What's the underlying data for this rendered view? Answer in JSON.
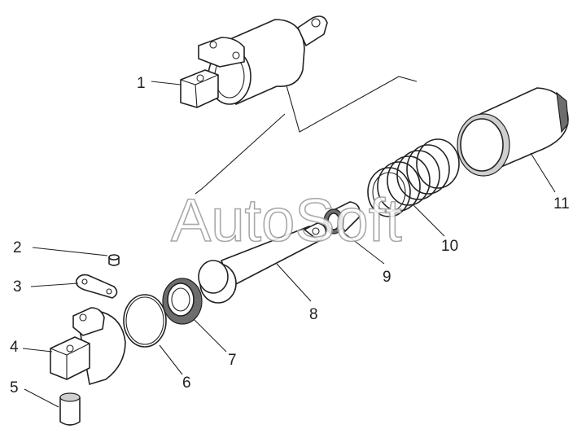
{
  "watermark": "AutoSoft",
  "callouts": [
    {
      "id": "1",
      "label": "1"
    },
    {
      "id": "2",
      "label": "2"
    },
    {
      "id": "3",
      "label": "3"
    },
    {
      "id": "4",
      "label": "4"
    },
    {
      "id": "5",
      "label": "5"
    },
    {
      "id": "6",
      "label": "6"
    },
    {
      "id": "7",
      "label": "7"
    },
    {
      "id": "8",
      "label": "8"
    },
    {
      "id": "9",
      "label": "9"
    },
    {
      "id": "10",
      "label": "10"
    },
    {
      "id": "11",
      "label": "11"
    }
  ],
  "colors": {
    "ink": "#222222",
    "shade": "#cfcfcf",
    "watermark_stroke": "#9a9a9a"
  }
}
